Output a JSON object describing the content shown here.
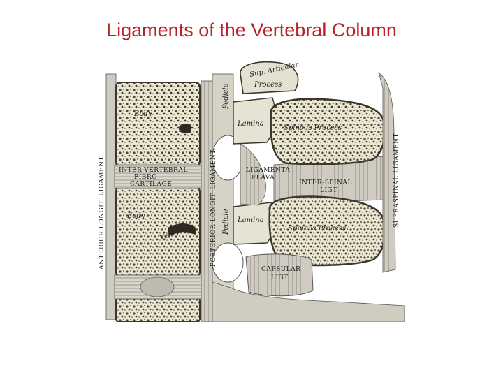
{
  "title": "Ligaments of the Vertebral Column",
  "figure": {
    "labels": {
      "sup_articular": "Sup. Articular",
      "process": "Process",
      "pedicle_upper": "Pedicle",
      "pedicle_lower": "Pedicle",
      "lamina_upper": "Lamina",
      "lamina_lower": "Lamina",
      "body_upper": "Body",
      "body_lower": "Body",
      "vein_for": "Vein for",
      "spinous_upper": "Spinous Process",
      "spinous_lower": "Spinous Process",
      "intervertebral_1": "INTER-VERTEBRAL",
      "intervertebral_2": "FIBRO-",
      "intervertebral_3": "CARTILAGE",
      "ligamenta_1": "LIGAMENTA",
      "ligamenta_2": "FLAVA",
      "interspinal_1": "INTER-SPINAL",
      "interspinal_2": "LIGT",
      "capsular_1": "CAPSULAR",
      "capsular_2": "LIGT",
      "anterior_longit": "ANTERIOR LONGIT. LIGAMENT.",
      "posterior_longit": "POSTERIOR LONGIT. LIGAMENT.",
      "supraspinal": "SUPRASPINAL LIGAMENT"
    }
  }
}
